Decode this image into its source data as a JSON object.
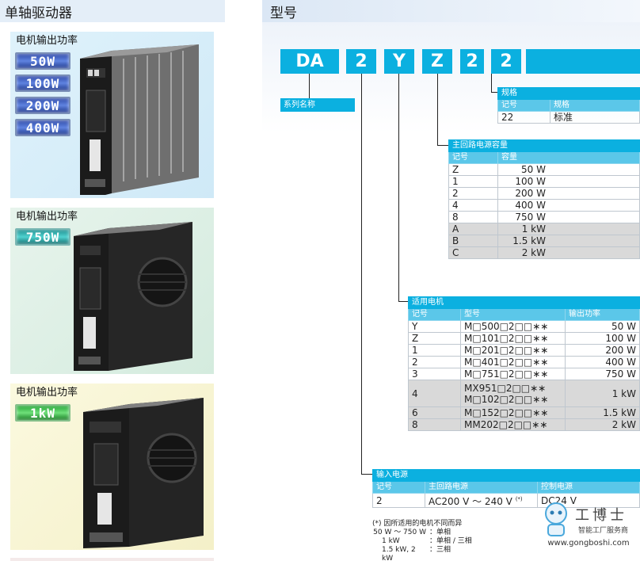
{
  "left_header": "单轴驱动器",
  "right_header": "型号",
  "panels": [
    {
      "title": "电机输出功率",
      "badges": [
        "50W",
        "100W",
        "200W",
        "400W"
      ]
    },
    {
      "title": "电机输出功率",
      "badges": [
        "750W"
      ]
    },
    {
      "title": "电机输出功率",
      "badges": [
        "1kW"
      ]
    },
    {
      "title": "电机输出功率"
    }
  ],
  "model_code": [
    "DA",
    "2",
    "Y",
    "Z",
    "2",
    "2"
  ],
  "series_name": "系列名称",
  "spec_table": {
    "title": "规格",
    "headers": [
      "记号",
      "规格"
    ],
    "rows": [
      [
        "22",
        "标准"
      ]
    ]
  },
  "capacity_table": {
    "title": "主回路电源容量",
    "headers": [
      "记号",
      "容量"
    ],
    "rows": [
      [
        "Z",
        "50 W"
      ],
      [
        "1",
        "100 W"
      ],
      [
        "2",
        "200 W"
      ],
      [
        "4",
        "400 W"
      ],
      [
        "8",
        "750 W"
      ],
      [
        "A",
        "1 kW"
      ],
      [
        "B",
        "1.5 kW"
      ],
      [
        "C",
        "2 kW"
      ]
    ]
  },
  "motor_table": {
    "title": "适用电机",
    "headers": [
      "记号",
      "型号",
      "输出功率"
    ],
    "rows": [
      [
        "Y",
        "M□500□2□□∗∗",
        "50 W"
      ],
      [
        "Z",
        "M□101□2□□∗∗",
        "100 W"
      ],
      [
        "1",
        "M□201□2□□∗∗",
        "200 W"
      ],
      [
        "2",
        "M□401□2□□∗∗",
        "400 W"
      ],
      [
        "3",
        "M□751□2□□∗∗",
        "750 W"
      ],
      [
        "4",
        "MX951□2□□∗∗",
        "1 kW"
      ],
      [
        "6",
        "M□152□2□□∗∗",
        "1.5 kW"
      ],
      [
        "8",
        "MM202□2□□∗∗",
        "2 kW"
      ]
    ],
    "row4_line2": "M□102□2□□∗∗"
  },
  "input_table": {
    "title": "输入电源",
    "headers": [
      "记号",
      "主回路电源",
      "控制电源"
    ],
    "rows": [
      [
        "2",
        "AC200 V ～ 240 V",
        "DC24 V"
      ]
    ],
    "footnote_mark": "(*)"
  },
  "note": {
    "heading": "(*) 因所适用的电机不同而异",
    "rows": [
      {
        "k": "50 W ～ 750 W",
        "v": "：单相"
      },
      {
        "k": "1 kW",
        "v": "：单相 / 三相"
      },
      {
        "k": "1.5 kW, 2 kW",
        "v": "：三相"
      }
    ]
  },
  "watermark": {
    "name": "工博士",
    "sub": "智能工厂服务商",
    "url": "www.gongboshi.com"
  }
}
